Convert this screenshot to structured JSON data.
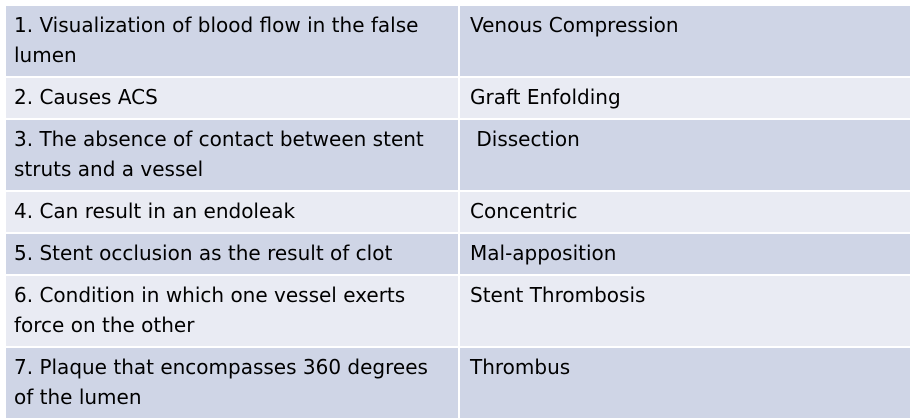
{
  "rows": [
    {
      "left": "1. Visualization of blood flow in the false lumen",
      "right": "Venous Compression"
    },
    {
      "left": "2. Causes ACS",
      "right": "Graft Enfolding"
    },
    {
      "left": "3. The absence of contact between stent struts and a vessel",
      "right": " Dissection"
    },
    {
      "left": "4. Can result in an endoleak",
      "right": "Concentric"
    },
    {
      "left": "5. Stent occlusion as the result of clot",
      "right": "Mal-apposition"
    },
    {
      "left": "6. Condition in which one vessel exerts force on the other",
      "right": "Stent Thrombosis"
    },
    {
      "left": "7. Plaque that encompasses 360 degrees of the lumen",
      "right": "Thrombus"
    }
  ],
  "colors": {
    "row_dark": "#cfd5e6",
    "row_light": "#e9ebf3",
    "text": "#000000",
    "border": "#ffffff"
  }
}
